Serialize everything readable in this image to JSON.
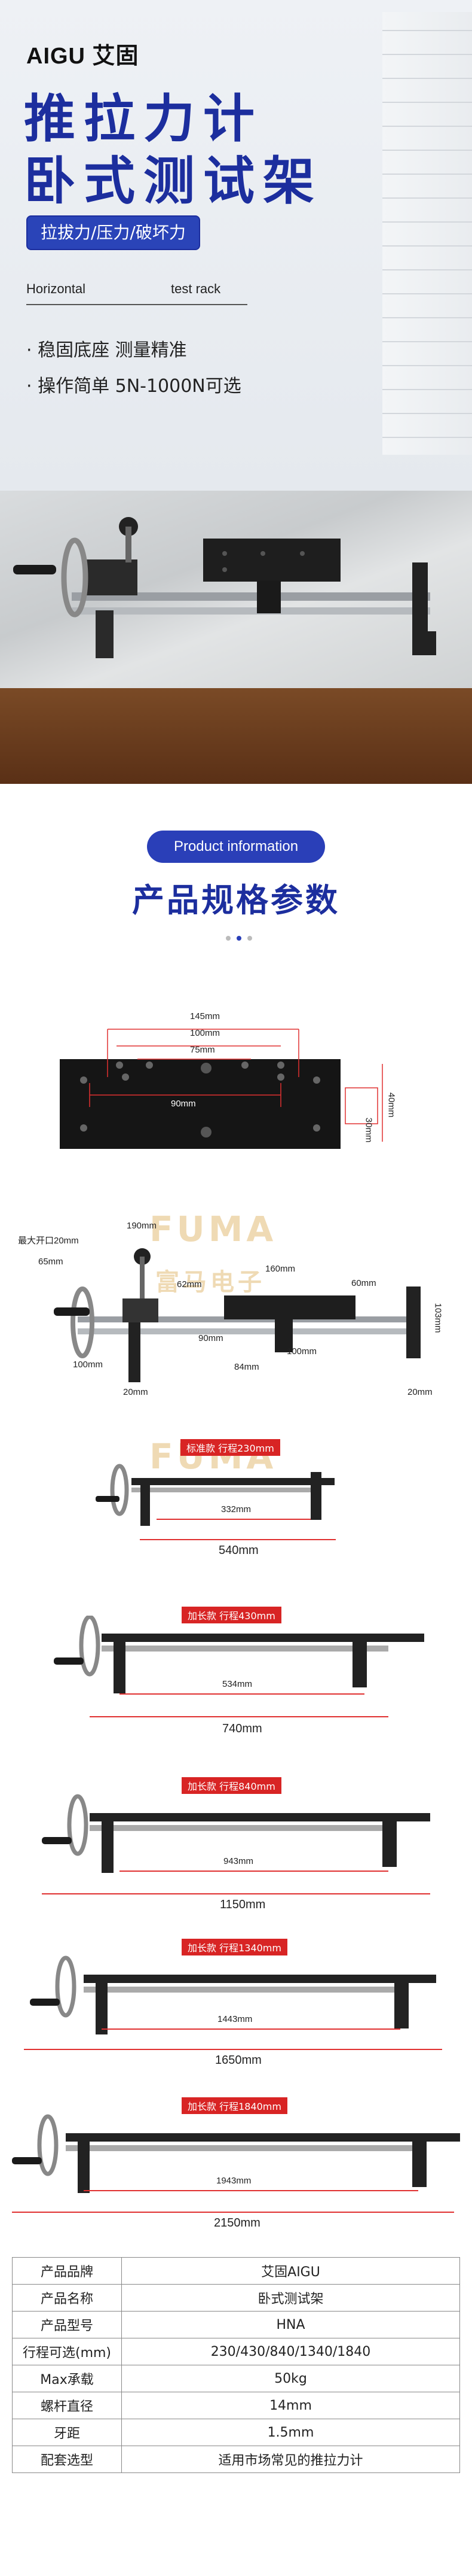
{
  "hero": {
    "brand": "AIGU 艾固",
    "title_line1": "推拉力计",
    "title_line2": "卧式测试架",
    "tag": "拉拔力/压力/破坏力",
    "english_left": "Horizontal",
    "english_right": "test rack",
    "features": [
      "· 稳固底座   测量精准",
      "· 操作简单   5N-1000N可选"
    ]
  },
  "section": {
    "pill": "Product information",
    "title": "产品规格参数"
  },
  "plate": {
    "dims": [
      "145mm",
      "100mm",
      "75mm",
      "90mm",
      "30mm",
      "40mm"
    ]
  },
  "side": {
    "dims": [
      "190mm",
      "最大开口20mm",
      "65mm",
      "62mm",
      "160mm",
      "60mm",
      "103mm",
      "90mm",
      "100mm",
      "84mm",
      "100mm",
      "20mm",
      "20mm"
    ]
  },
  "watermark": {
    "line1": "FUMA",
    "line2": "富马电子"
  },
  "variants": [
    {
      "tag": "标准款 行程230mm",
      "inner": "332mm",
      "total": "540mm"
    },
    {
      "tag": "加长款 行程430mm",
      "inner": "534mm",
      "total": "740mm"
    },
    {
      "tag": "加长款 行程840mm",
      "inner": "943mm",
      "total": "1150mm"
    },
    {
      "tag": "加长款 行程1340mm",
      "inner": "1443mm",
      "total": "1650mm"
    },
    {
      "tag": "加长款 行程1840mm",
      "inner": "1943mm",
      "total": "2150mm"
    }
  ],
  "spec_table": [
    {
      "k": "产品品牌",
      "v": "艾固AIGU"
    },
    {
      "k": "产品名称",
      "v": "卧式测试架"
    },
    {
      "k": "产品型号",
      "v": "HNA"
    },
    {
      "k": "行程可选(mm)",
      "v": "230/430/840/1340/1840"
    },
    {
      "k": "Max承载",
      "v": "50kg"
    },
    {
      "k": "螺杆直径",
      "v": "14mm"
    },
    {
      "k": "牙距",
      "v": "1.5mm"
    },
    {
      "k": "配套选型",
      "v": "适用市场常见的推拉力计"
    }
  ]
}
